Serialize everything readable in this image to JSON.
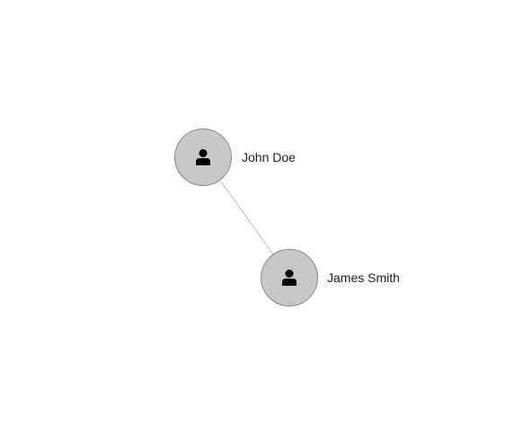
{
  "graph": {
    "nodes": [
      {
        "id": "john-doe",
        "label": "John Doe",
        "icon": "user-icon",
        "color": "#c7c8ca"
      },
      {
        "id": "james-smith",
        "label": "James Smith",
        "icon": "user-icon",
        "color": "#c7c8ca"
      }
    ],
    "edges": [
      {
        "from": "john-doe",
        "to": "james-smith",
        "color": "#bdbdbd"
      }
    ]
  }
}
